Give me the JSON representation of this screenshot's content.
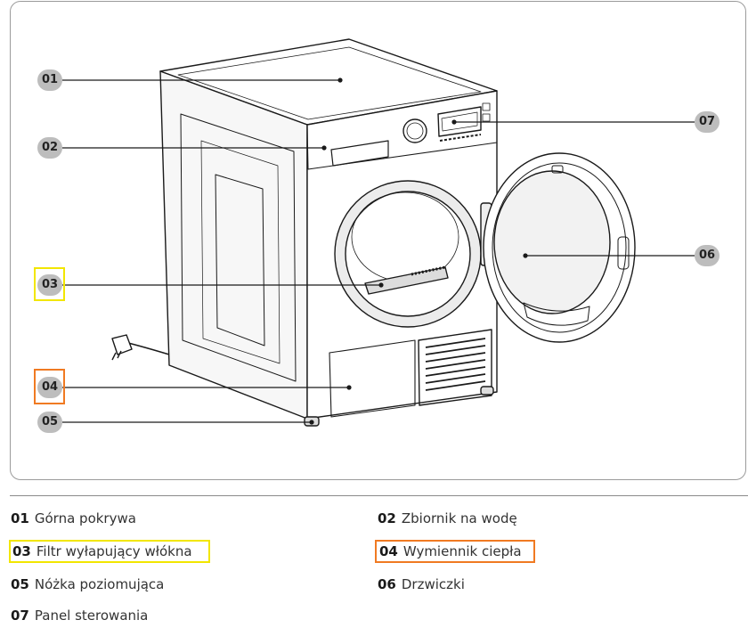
{
  "callouts": [
    {
      "num": "01"
    },
    {
      "num": "02"
    },
    {
      "num": "03"
    },
    {
      "num": "04"
    },
    {
      "num": "05"
    },
    {
      "num": "06"
    },
    {
      "num": "07"
    }
  ],
  "legend": [
    {
      "num": "01",
      "label": "Górna pokrywa"
    },
    {
      "num": "02",
      "label": "Zbiornik na wodę"
    },
    {
      "num": "03",
      "label": "Filtr wyłapujący włókna"
    },
    {
      "num": "04",
      "label": "Wymiennik ciepła"
    },
    {
      "num": "05",
      "label": "Nóżka poziomująca"
    },
    {
      "num": "06",
      "label": "Drzwiczki"
    },
    {
      "num": "07",
      "label": "Panel sterowania"
    }
  ],
  "colors": {
    "highlight_03": "#f2e600",
    "highlight_04": "#f07a22",
    "badge": "#bdbdbd",
    "line": "#1a1a1a"
  }
}
